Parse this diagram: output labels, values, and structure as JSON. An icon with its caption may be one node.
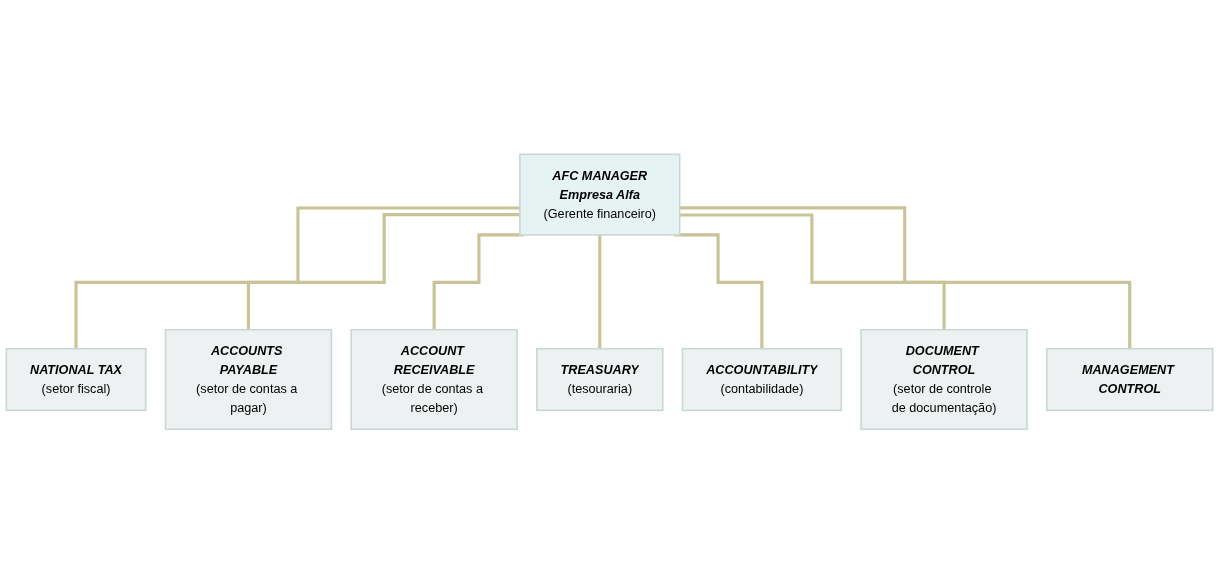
{
  "diagram": {
    "nodes": [
      {
        "text": [
          "AFC MANAGER",
          "Empresa Alfa",
          "(Gerente financeiro)"
        ]
      },
      {
        "text": [
          "NATIONAL TAX",
          "(setor fiscal)"
        ]
      },
      {
        "text": [
          "ACCOUNTS PAYABLE",
          "(setor de contas a pagar)"
        ]
      },
      {
        "text": [
          "ACCOUNT RECEIVABLE",
          "(setor de contas a receber)"
        ]
      },
      {
        "text": [
          "TREASUARY",
          "(tesouraria)"
        ]
      },
      {
        "text": [
          "ACCOUNTABILITY",
          "(contabilidade)"
        ]
      },
      {
        "text": [
          "DOCUMENT CONTROL",
          "(setor de controle de documentação)"
        ]
      },
      {
        "text": [
          "MANAGEMENT CONTROL"
        ]
      }
    ],
    "edges": [
      {
        "from": 0,
        "to": 1,
        "arrow": "none"
      },
      {
        "from": 0,
        "to": 2,
        "arrow": "none"
      },
      {
        "from": 0,
        "to": 3,
        "arrow": "none"
      },
      {
        "from": 0,
        "to": 4,
        "arrow": "none"
      },
      {
        "from": 0,
        "to": 5,
        "arrow": "none"
      },
      {
        "from": 0,
        "to": 6,
        "arrow": "none"
      },
      {
        "from": 0,
        "to": 7,
        "arrow": "none"
      }
    ]
  }
}
